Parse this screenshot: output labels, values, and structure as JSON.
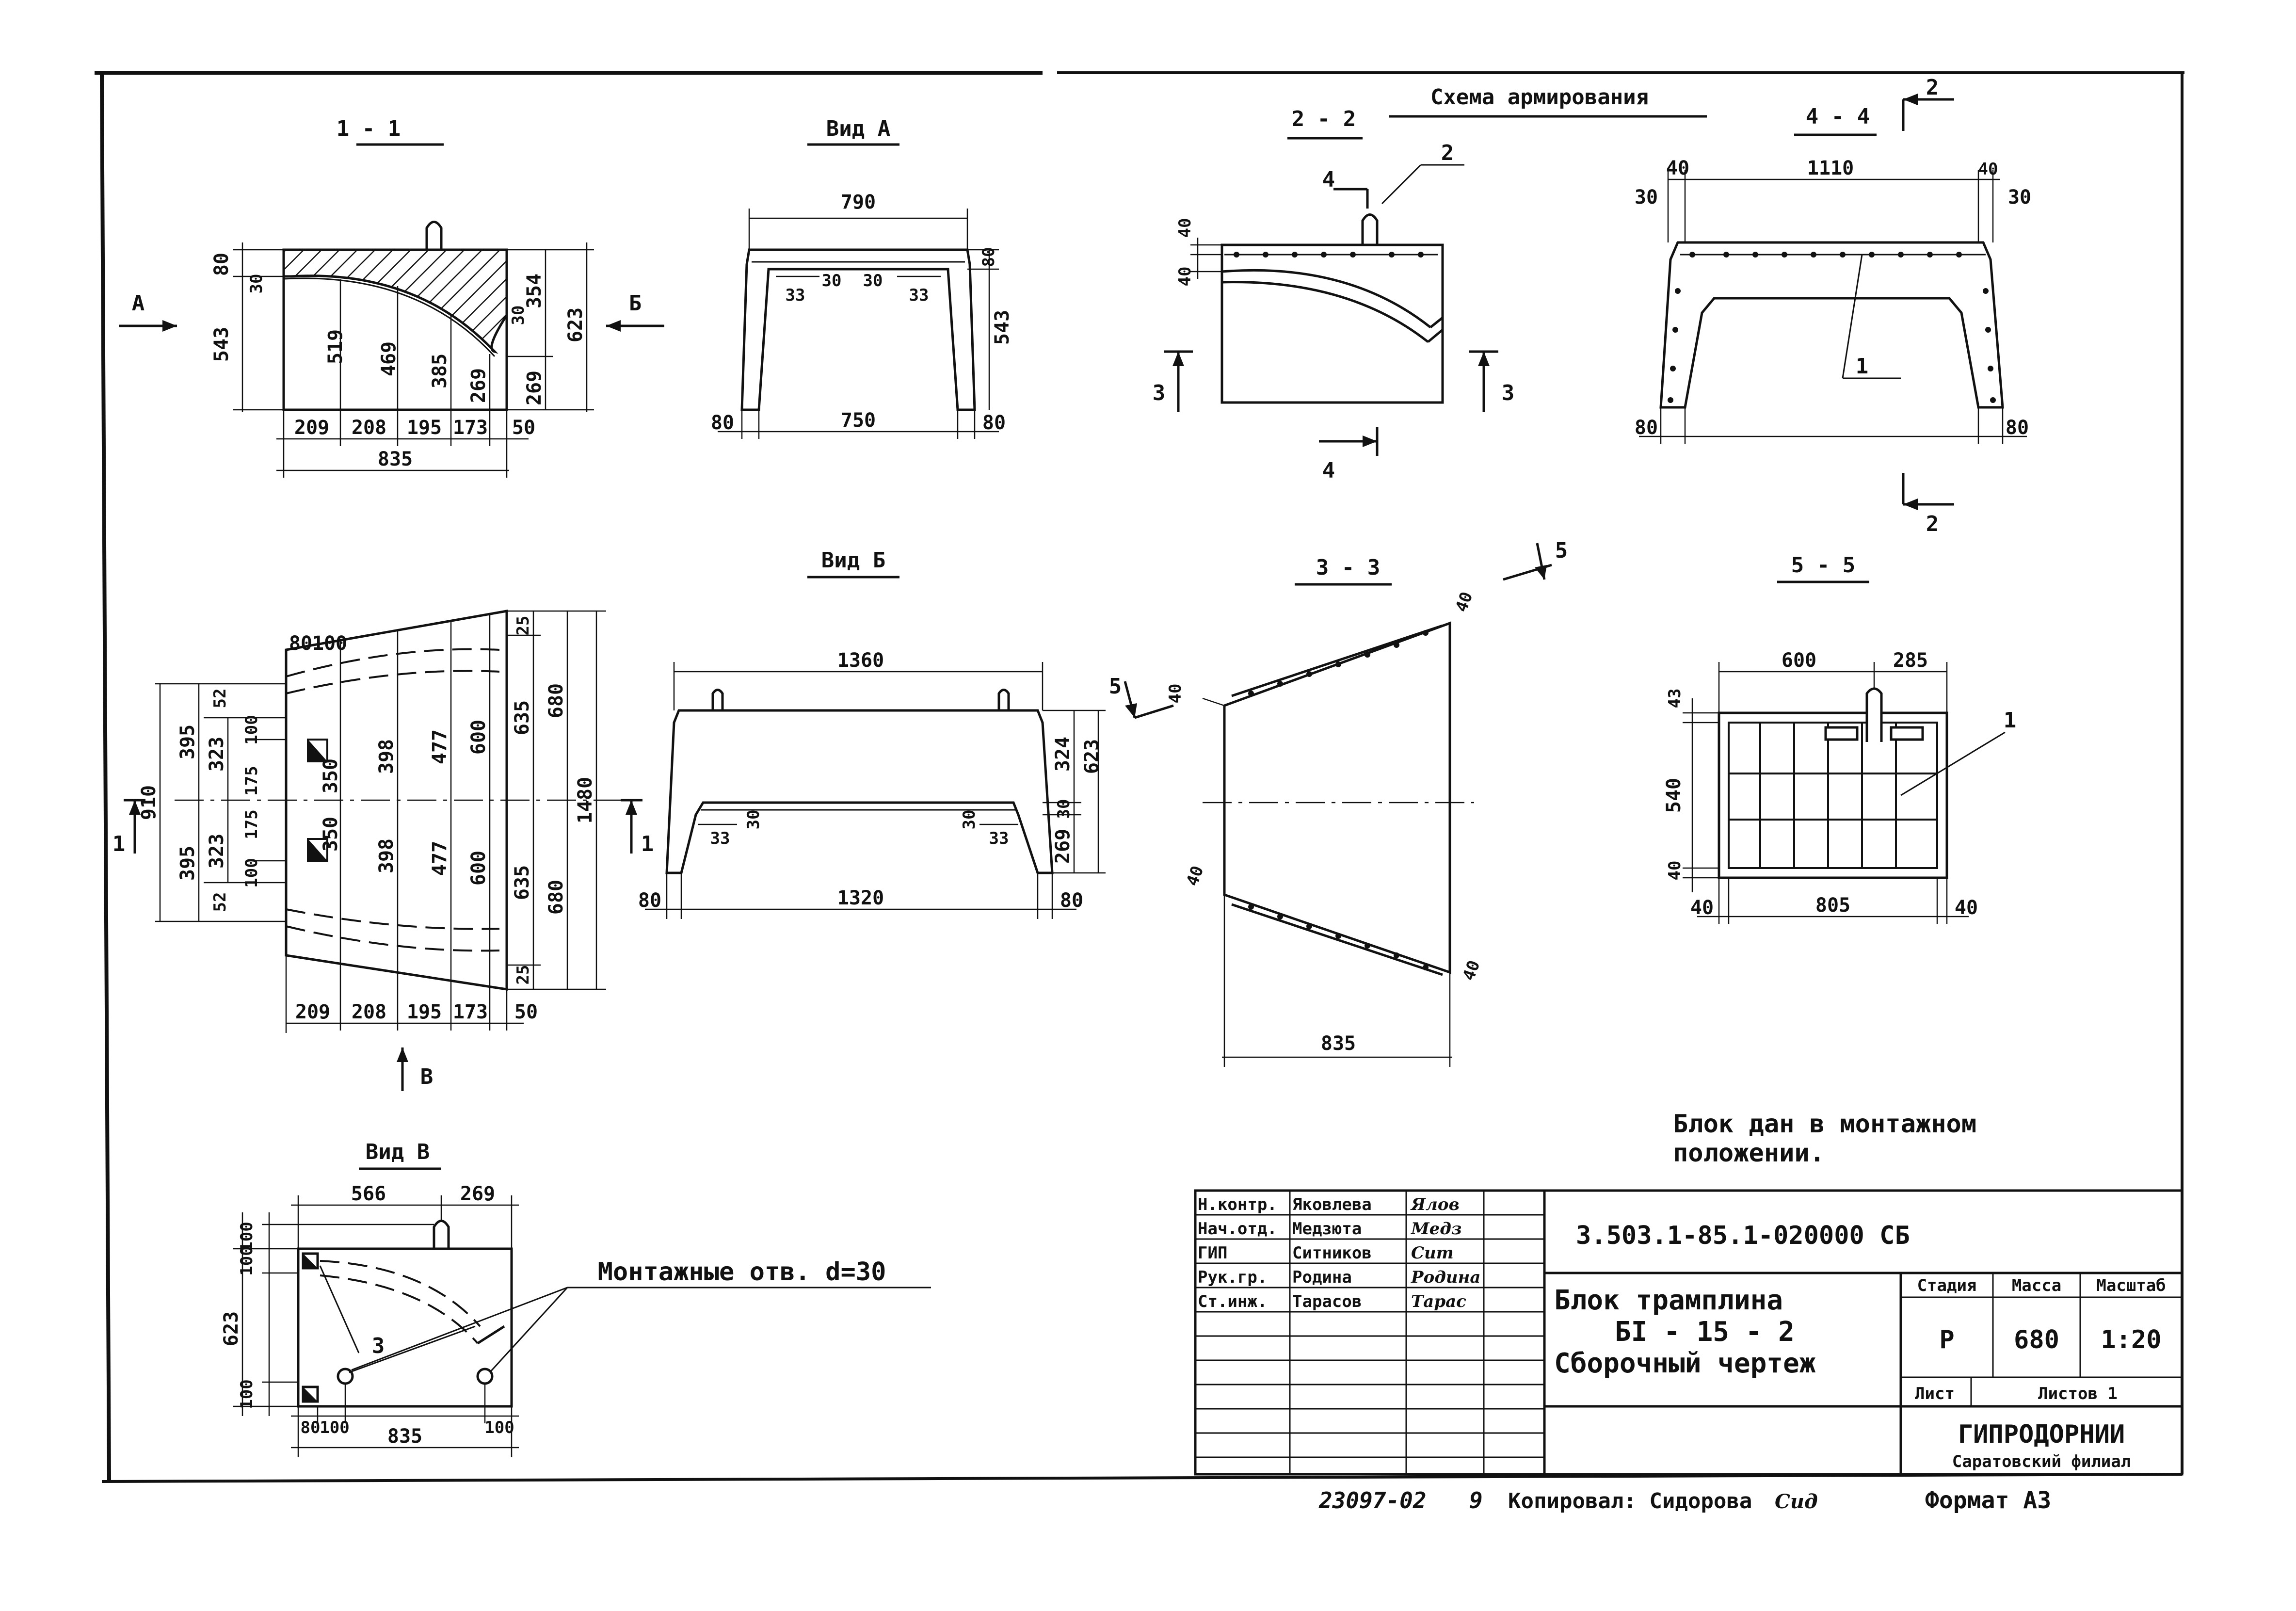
{
  "sections": {
    "s11": "1 - 1",
    "vidA": "Вид А",
    "s22": "2 - 2",
    "armScheme": "Схема армирования",
    "s44": "4 - 4",
    "vidB": "Вид Б",
    "s33": "3 - 3",
    "s55": "5 - 5",
    "vidV": "Вид В"
  },
  "view11": {
    "arrowA": "А",
    "arrowB": "Б",
    "d80": "80",
    "d30": "30",
    "d543": "543",
    "d519": "519",
    "d469": "469",
    "d385": "385",
    "d269a": "269",
    "d30b": "30",
    "d354": "354",
    "d623": "623",
    "d269b": "269",
    "d209": "209",
    "d208": "208",
    "d195": "195",
    "d173": "173",
    "d50": "50",
    "d835": "835"
  },
  "viewA": {
    "d790": "790",
    "d80t": "80",
    "d33a": "33",
    "d30a": "30",
    "d30b": "30",
    "d33b": "33",
    "d543": "543",
    "d80l": "80",
    "d750": "750",
    "d80r": "80"
  },
  "view22": {
    "cut4": "4",
    "mark2": "2",
    "d40a": "40",
    "d40b": "40",
    "cut3l": "3",
    "cut3r": "3",
    "cut4b": "4"
  },
  "view44": {
    "d40l": "40",
    "d1110": "1110",
    "d40r": "40",
    "d30l": "30",
    "d30r": "30",
    "mark1": "1",
    "d80l": "80",
    "d80r": "80",
    "cut2t": "2",
    "cut2b": "2"
  },
  "viewPlan": {
    "d80": "80",
    "d100": "100",
    "d910": "910",
    "d395a": "395",
    "d52a": "52",
    "d323a": "323",
    "d100b": "100",
    "d175a": "175",
    "d350a": "350",
    "d398a": "398",
    "d477a": "477",
    "d600a": "600",
    "d635a": "635",
    "d25a": "25",
    "d680a": "680",
    "d1480": "1480",
    "d395b": "395",
    "d323b": "323",
    "d175b": "175",
    "d100c": "100",
    "d52b": "52",
    "d350b": "350",
    "d398b": "398",
    "d477b": "477",
    "d600b": "600",
    "d635b": "635",
    "d680b": "680",
    "d25b": "25",
    "d209": "209",
    "d208": "208",
    "d195": "195",
    "d173": "173",
    "d50": "50",
    "cut1l": "1",
    "cut1r": "1",
    "arrowV": "В"
  },
  "viewB": {
    "d1360": "1360",
    "d324": "324",
    "d30r": "30",
    "d623": "623",
    "d269": "269",
    "d33l": "33",
    "d30l": "30",
    "d30m": "30",
    "d33r": "33",
    "d80l": "80",
    "d1320": "1320",
    "d80r": "80"
  },
  "view33": {
    "cut5t": "5",
    "cut5l": "5",
    "d40a": "40",
    "d40b": "40",
    "d40c": "40",
    "d40d": "40",
    "d835": "835"
  },
  "view55": {
    "d600": "600",
    "d285": "285",
    "d43": "43",
    "d540": "540",
    "d40l": "40",
    "d40b": "40",
    "d805": "805",
    "d40r": "40",
    "mark1": "1"
  },
  "viewV": {
    "d566": "566",
    "d269": "269",
    "d100a": "100",
    "d100b": "100",
    "d623": "623",
    "d100c": "100",
    "d80": "80",
    "d100d": "100",
    "d835": "835",
    "d100e": "100",
    "mark3": "3",
    "holes": "Монтажные отв. d=30"
  },
  "note": {
    "line1": "Блок дан в монтажном",
    "line2": "положении."
  },
  "titleBlock": {
    "roles": [
      "Н.контр.",
      "Нач.отд.",
      "ГИП",
      "Рук.гр.",
      "Ст.инж."
    ],
    "names": [
      "Яковлева",
      "Медзюта",
      "Ситников",
      "Родина",
      "Тарасов"
    ],
    "signatures": [
      "Ялов",
      "Медз",
      "Сит",
      "Родина",
      "Тарас"
    ],
    "docCode": "3.503.1-85.1-020000 СБ",
    "titleLine1": "Блок трамплина",
    "titleLine2": "БI - 15 - 2",
    "titleLine3": "Сборочный чертеж",
    "stageLabel": "Стадия",
    "massLabel": "Масса",
    "scaleLabel": "Масштаб",
    "stage": "Р",
    "mass": "680",
    "scale": "1:20",
    "sheetLabel": "Лист",
    "sheetsLabel": "Листов 1",
    "org1": "ГИПРОДОРНИИ",
    "org2": "Саратовский филиал"
  },
  "footer": {
    "inv": "23097-02",
    "sheetNo": "9",
    "copied": "Копировал: Сидорова",
    "copiedSign": "Сид",
    "format": "Формат А3"
  }
}
